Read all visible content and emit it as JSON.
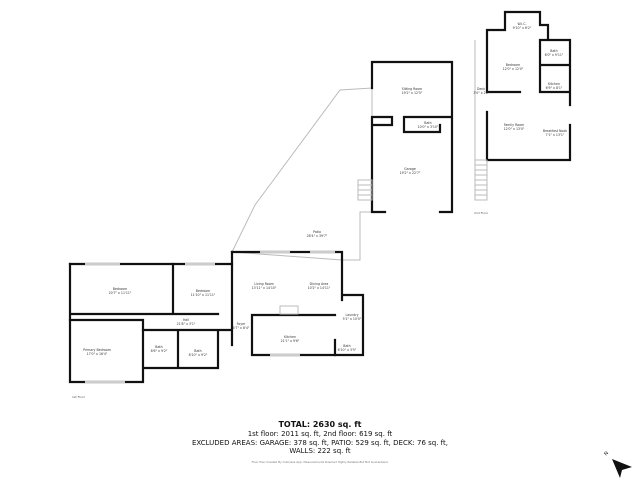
{
  "floor1": {
    "label": "1st Floor",
    "rooms": [
      {
        "name": "Bedroom",
        "dims": "20'7\" x 11'11\""
      },
      {
        "name": "Bedroom",
        "dims": "11'10\" x 11'11\""
      },
      {
        "name": "Living Room",
        "dims": "13'11\" x 14'10\""
      },
      {
        "name": "Dining Area",
        "dims": "10'2\" x 14'11\""
      },
      {
        "name": "Hall",
        "dims": "21'8\" x 3'1\""
      },
      {
        "name": "Foyer",
        "dims": "4'7\" x 8'4\""
      },
      {
        "name": "Laundry",
        "dims": "5'1\" x 10'0\""
      },
      {
        "name": "Kitchen",
        "dims": "21'1\" x 9'6\""
      },
      {
        "name": "Primary Bedroom",
        "dims": "17'0\" x 16'4\""
      },
      {
        "name": "Bath",
        "dims": "8'6\" x 9'2\""
      },
      {
        "name": "Bath",
        "dims": "8'10\" x 9'2\""
      },
      {
        "name": "Bath",
        "dims": "6'10\" x 3'5\""
      },
      {
        "name": "Patio",
        "dims": "28'4\" x 39'7\""
      },
      {
        "name": "Sitting Room",
        "dims": "19'2\" x 12'5\""
      },
      {
        "name": "Bath",
        "dims": "10'0\" x 3'10\""
      },
      {
        "name": "Garage",
        "dims": "19'2\" x 22'7\""
      }
    ]
  },
  "floor2": {
    "label": "2nd Floor",
    "rooms": [
      {
        "name": "W.I.C.",
        "dims": "9'10\" x 6'2\""
      },
      {
        "name": "Bedroom",
        "dims": "12'0\" x 12'0\""
      },
      {
        "name": "Bath",
        "dims": "6'0\" x 9'11\""
      },
      {
        "name": "Kitchen",
        "dims": "6'9\" x 8'1\""
      },
      {
        "name": "Deck",
        "dims": "3'0\" x 25'"
      },
      {
        "name": "Family Room",
        "dims": "12'0\" x 13'0\""
      },
      {
        "name": "Breakfast Nook",
        "dims": "7'1\" x 13'1\""
      }
    ]
  },
  "summary": {
    "total": "TOTAL: 2630 sq. ft",
    "floors": "1st floor: 2011 sq. ft, 2nd floor: 619 sq. ft",
    "excluded": "EXCLUDED AREAS: GARAGE: 378 sq. ft, PATIO: 529 sq. ft, DECK: 76 sq. ft,",
    "walls": "WALLS: 222 sq. ft",
    "credit": "Floor Plan Created By Cubicasa App. Measurements Deemed Highly Reliable But Not Guaranteed."
  },
  "compass": {
    "label": "N",
    "icon": "north-arrow-icon"
  }
}
